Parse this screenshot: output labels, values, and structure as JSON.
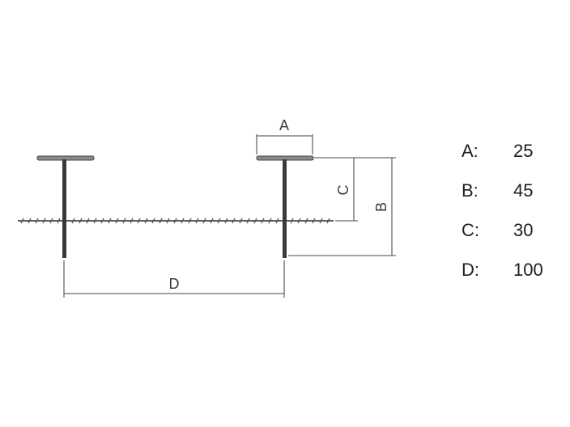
{
  "dimension_labels": {
    "a": "A",
    "b": "B",
    "c": "C",
    "d": "D"
  },
  "legend": [
    {
      "key": "A:",
      "value": "25"
    },
    {
      "key": "B:",
      "value": "45"
    },
    {
      "key": "C:",
      "value": "30"
    },
    {
      "key": "D:",
      "value": "100"
    }
  ],
  "colors": {
    "pin": "#6e6e6e",
    "pin_dark": "#2b2b2b",
    "dimension_line": "#6a6a6a",
    "wire": "#5a5a5a"
  }
}
